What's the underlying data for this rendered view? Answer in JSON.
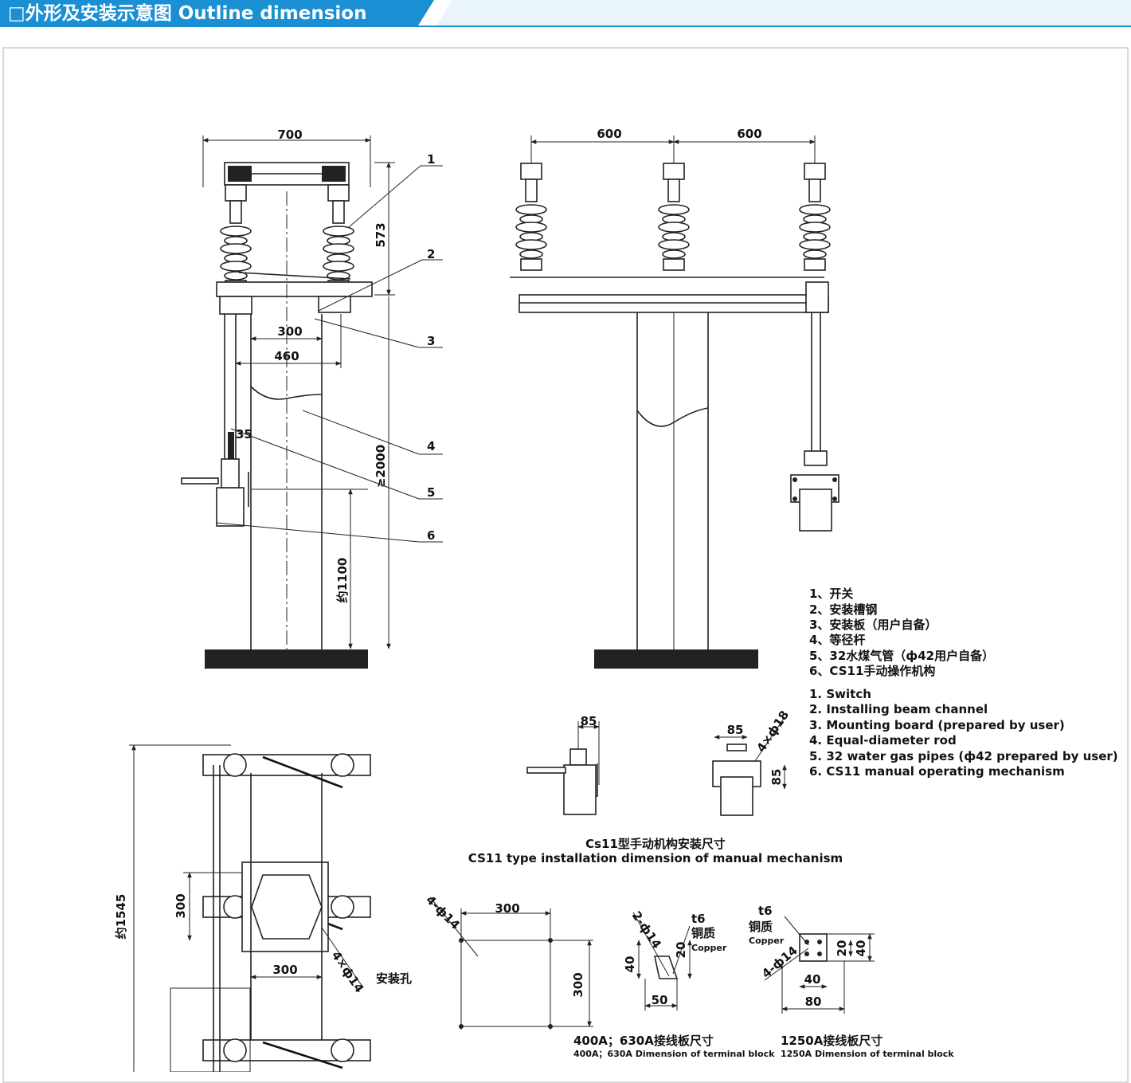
{
  "header": {
    "title": "□外形及安装示意图 Outline dimension",
    "accent_color": "#1a8fd3"
  },
  "side_view": {
    "dims": {
      "width": "700",
      "insulator_height": "573",
      "board_inner": "300",
      "board_outer": "460",
      "total_height": "≥2000",
      "handle_height": "约1100",
      "pipe": "35"
    },
    "callouts": [
      "1",
      "2",
      "3",
      "4",
      "5",
      "6"
    ]
  },
  "front_view": {
    "dims": {
      "left_spacing": "600",
      "right_spacing": "600"
    }
  },
  "legend": {
    "cn": [
      "1、开关",
      "2、安装槽钢",
      "3、安装板（用户自备）",
      "4、等径杆",
      "5、32水煤气管（ф42用户自备）",
      "6、CS11手动操作机构"
    ],
    "en": [
      "1. Switch",
      "2. Installing beam channel",
      "3. Mounting board (prepared by user)",
      "4. Equal-diameter rod",
      "5. 32 water gas pipes (ф42 prepared by user)",
      "6. CS11 manual operating mechanism"
    ]
  },
  "mechanism": {
    "dims": {
      "left_offset": "85",
      "right_offset": "85",
      "right_height": "85",
      "holes": "4×ф18"
    },
    "caption_cn": "Cs11型手动机构安装尺寸",
    "caption_en": "CS11 type installation dimension of manual mechanism"
  },
  "plan_view": {
    "dims": {
      "total_height": "约1545",
      "pole_spacing": "300",
      "board_width": "300",
      "holes": "4×ф14"
    },
    "hole_label": "安装孔"
  },
  "plate_400_630": {
    "dims": {
      "holes": "4-ф14",
      "width": "300",
      "height": "300"
    },
    "caption_cn": "400A；630A接线板尺寸",
    "caption_en": "400A；630A Dimension of terminal block"
  },
  "plate_copper_small": {
    "dims": {
      "holes": "2-ф14",
      "thickness": "t6",
      "d20": "20",
      "d40": "40",
      "d50": "50"
    },
    "material_cn": "铜质",
    "material_en": "Copper"
  },
  "plate_1250": {
    "dims": {
      "holes": "4-ф14",
      "thickness": "t6",
      "d20": "20",
      "d40v": "40",
      "d40h": "40",
      "d80": "80"
    },
    "material_cn": "铜质",
    "material_en": "Copper",
    "caption_cn": "1250A接线板尺寸",
    "caption_en": "1250A Dimension of terminal block"
  }
}
